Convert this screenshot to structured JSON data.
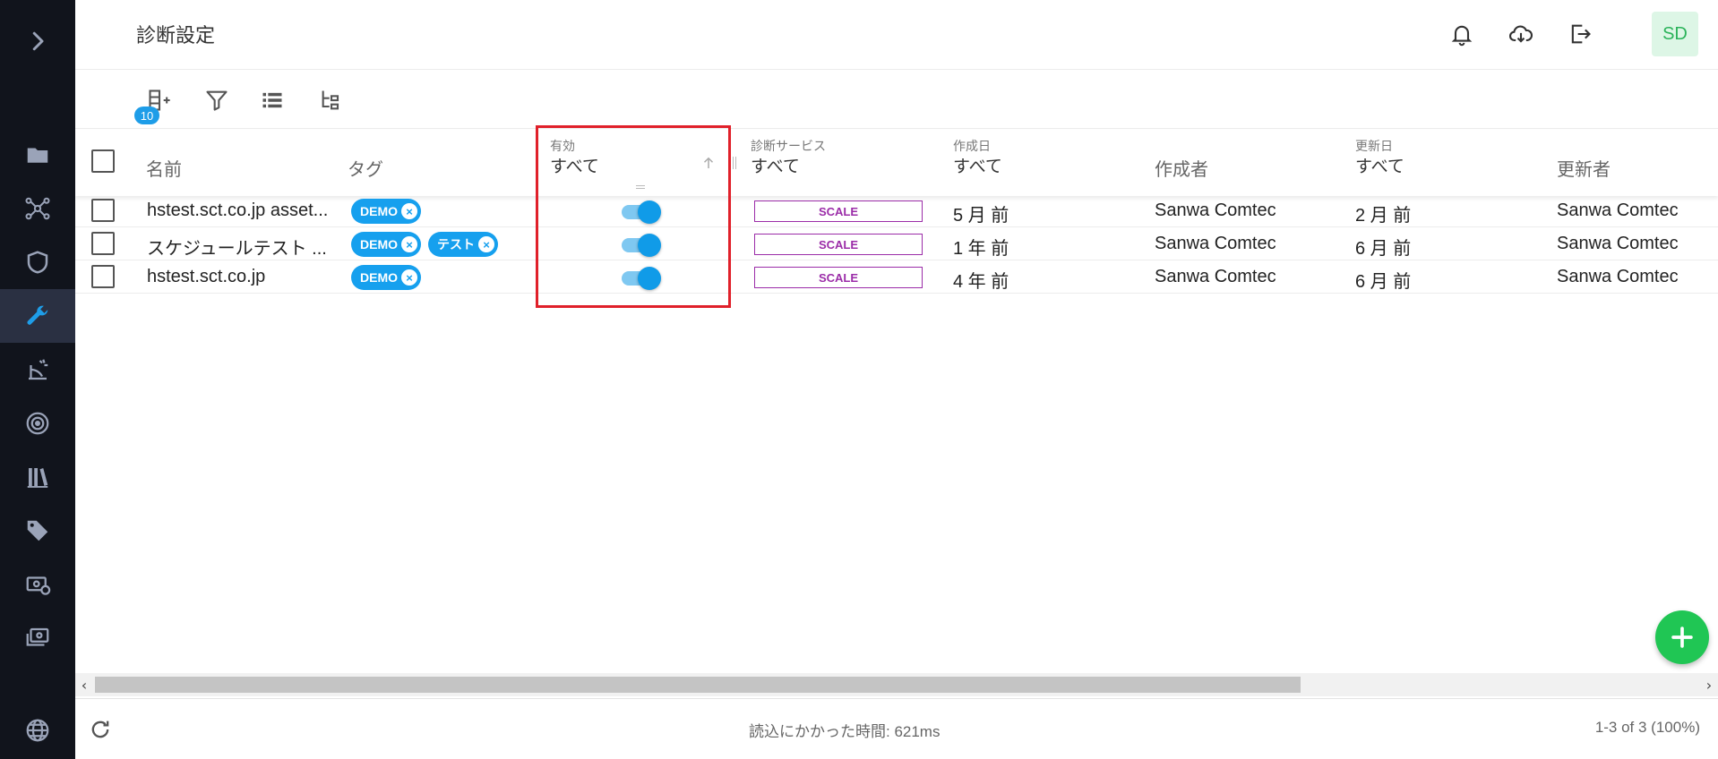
{
  "header": {
    "title": "診断設定",
    "avatar_initials": "SD"
  },
  "toolbar": {
    "column_count_badge": "10"
  },
  "columns": {
    "name": "名前",
    "tag": "タグ",
    "enabled": {
      "label": "有効",
      "filter": "すべて"
    },
    "service": {
      "label": "診断サービス",
      "filter": "すべて"
    },
    "created": {
      "label": "作成日",
      "filter": "すべて"
    },
    "creator": "作成者",
    "updated": {
      "label": "更新日",
      "filter": "すべて"
    },
    "updater": "更新者"
  },
  "rows": [
    {
      "name": "hstest.sct.co.jp asset...",
      "tags": [
        "DEMO"
      ],
      "enabled": true,
      "service": "SCALE",
      "created": "5 月 前",
      "creator": "Sanwa Comtec",
      "updated": "2 月 前",
      "updater": "Sanwa Comtec"
    },
    {
      "name": "スケジュールテスト ...",
      "tags": [
        "DEMO",
        "テスト"
      ],
      "enabled": true,
      "service": "SCALE",
      "created": "1 年 前",
      "creator": "Sanwa Comtec",
      "updated": "6 月 前",
      "updater": "Sanwa Comtec"
    },
    {
      "name": "hstest.sct.co.jp",
      "tags": [
        "DEMO"
      ],
      "enabled": true,
      "service": "SCALE",
      "created": "4 年 前",
      "creator": "Sanwa Comtec",
      "updated": "6 月 前",
      "updater": "Sanwa Comtec"
    }
  ],
  "footer": {
    "load_time": "読込にかかった時間: 621ms",
    "pagination": "1-3 of 3 (100%)"
  },
  "colors": {
    "sidebar_bg": "#11141c",
    "accent_blue": "#16a0ee",
    "scale_purple": "#9b2ca8",
    "fab_green": "#20c654",
    "highlight_red": "#e0202a"
  }
}
